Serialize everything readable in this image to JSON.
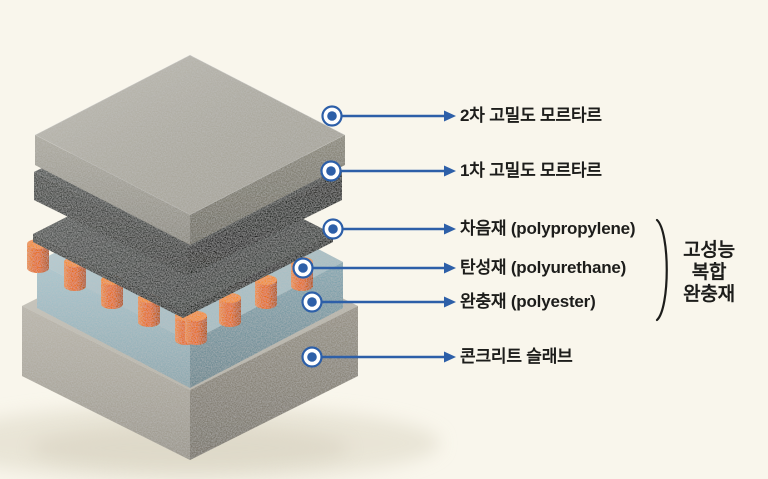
{
  "colors": {
    "background": "#f9f6ec",
    "accent": "#2d5fa8",
    "text": "#1d1d1b",
    "mortar2_top": "#b5b2a6",
    "mortar2_left": "#a4a195",
    "mortar2_right": "#918e7f",
    "mortar1_top": "#3b3f3c",
    "mortar1_left": "#313430",
    "mortar1_right": "#282b27",
    "sheet_top": "#373b38",
    "sheet_left": "#2d302c",
    "sheet_right": "#262925",
    "foam_top": "#b3ced5",
    "foam_left": "#a1c1ca",
    "foam_right": "#8cb0bb",
    "concrete_top": "#c8c4b7",
    "concrete_left": "#b3aea1",
    "concrete_right": "#9e988a",
    "orange_body": "#ea6c10",
    "orange_cap": "#f78d2b"
  },
  "callouts": [
    {
      "text": "2차 고밀도 모르타르"
    },
    {
      "text": "1차 고밀도 모르타르"
    },
    {
      "text": "차음재 (polypropylene)"
    },
    {
      "text": "탄성재 (polyurethane)"
    },
    {
      "text": "완충재 (polyester)"
    },
    {
      "text": "콘크리트 슬래브"
    }
  ],
  "group_label": {
    "lines": [
      "고성능",
      "복합",
      "완충재"
    ]
  }
}
